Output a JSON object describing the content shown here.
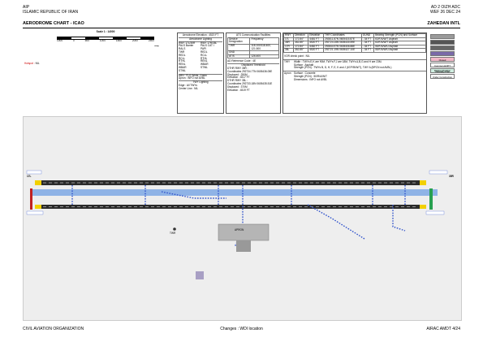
{
  "header": {
    "left_line1": "AIP",
    "left_line2": "ISLAMIC REPUBLIC OF IRAN",
    "right_line1": "AD 2 OIZH ADC",
    "right_line2": "WEF 26 DEC 24",
    "chart_title": "AERODROME CHART - ICAO",
    "aerodrome": "ZAHEDAN INTL"
  },
  "scale": {
    "title": "Scale 1 : 14000",
    "ticks": [
      "1000",
      "0",
      "500",
      "1000",
      "1500",
      "2000",
      "2500"
    ],
    "unit": "m"
  },
  "hotspot": {
    "label": "Hotspot :",
    "value": "NIL"
  },
  "elevation_box": {
    "label": "Aerodrome Elevation : 4520 FT"
  },
  "lighting": {
    "title": "Aerodrome Lighting",
    "rows": [
      [
        "RWY 17L/35R",
        "RWY 17R/35L"
      ],
      [
        "PALS Barrier",
        "PALS CAT I"
      ],
      [
        "RALS",
        "PAPI"
      ],
      [
        "TWR",
        "REDL"
      ],
      [
        "REDL",
        "RCLL"
      ],
      [
        "RCLL",
        "RTHL"
      ],
      [
        "RTHL",
        "RENL"
      ],
      [
        "RENL",
        "WBAR"
      ],
      [
        "WBAR",
        "STWL"
      ],
      [
        "STWL",
        ""
      ]
    ],
    "abn": "ABN : FLG White, Green",
    "apron": "Apron : INFO not AVBL",
    "twy_title": "TWY Lighting",
    "edge": "Edge : All TWYs",
    "center": "Center Line : NIL"
  },
  "ats": {
    "title": "ATS Communication Facilities",
    "headers": [
      "Service Designation",
      "Frequency"
    ],
    "rows": [
      [
        "TWR",
        "118.100/118.400, 121.500"
      ],
      [
        "GND",
        ""
      ],
      [
        "ATIS",
        "126.400"
      ]
    ],
    "ref_code": "AD Reference Code : 4E",
    "dt_title": "Displaced Threshold",
    "dt_lines": [
      "DTHR RWY 35R :",
      "Coordinates 292734.77N 0605436.05E",
      "Displaced : 250M",
      "Elevation : 4517 FT",
      "DTHR RWY 35L :",
      "Coordinates 292733.18N 0605435.51E",
      "Displaced : 370M",
      "Elevation : 4519 FT"
    ]
  },
  "runways": {
    "headers": [
      "RWY",
      "Direction",
      "Elevation",
      "THR Coordinates",
      "GUND",
      "Bearing Strength (PCN) and Surface"
    ],
    "rows": [
      [
        "17L",
        "172.84°",
        "4481 FT",
        "292811.87N 0605415.87E",
        "- 34 FT",
        "63/F/A/W/T  Asphalt"
      ],
      [
        "35R",
        "352.85°",
        "4520 FT",
        "292724.15N 0605430.59E",
        "- 34 FT",
        "63/F/A/W/T  Asphalt"
      ],
      [
        "17R",
        "172.84°",
        "4482 FT",
        "292844.97N 0605406.88E",
        "- 34 FT",
        "55/F/A/W/U  Asphalt"
      ],
      [
        "35L",
        "352.85°",
        "4520 FT",
        "292721.19N 0605427.10E",
        "- 34 FT",
        "55/F/A/W/U  Asphalt"
      ]
    ],
    "vor": "VOR check point : NIL",
    "twy_label": "TWY",
    "twy_lines": [
      "Width : TWYs E,K are 90M, TWYs F,J are 18M, TWYs A,B,G and H are 23M.",
      "Surface : Asphalt",
      "Strength (PCN) : TWYs B, D, H, F, E, K and J (67/F/B/W/T), TWY A (BPCN not AVBL)"
    ],
    "apron_label": "Apron",
    "apron_lines": [
      "Surface : Concrete",
      "Strength (PCN) : 50/R/A/W/T",
      "Dimensions : INFO not AVBL"
    ]
  },
  "legend": {
    "items": [
      {
        "label": "",
        "color": "#9a9a9a"
      },
      {
        "label": "",
        "color": "#555555"
      },
      {
        "label": "",
        "color": "#666666"
      },
      {
        "label": "",
        "color": "#7a6aa8"
      },
      {
        "label": "Closed",
        "color": "#f2b8c8"
      },
      {
        "label": "Common HOPT Parking Position",
        "color": "#ffffff"
      },
      {
        "label": "Clearway Plan",
        "color": "#cfeee0"
      },
      {
        "label": "Under Construction",
        "color": "#ffffff"
      }
    ]
  },
  "chart_labels": {
    "rwy_left": "17L",
    "rwy_right": "35R",
    "apron": "APRON",
    "twr": "TWR"
  },
  "footer": {
    "left": "CIVIL AVIATION ORGANIZATION",
    "center": "Changes : WDI location",
    "right": "AIRAC AMDT 4/24"
  },
  "colors": {
    "runway": "#2b2b2b",
    "taxiway": "#3355cc",
    "grass": "#8fb3e6",
    "background": "#eeeeee",
    "threshold": "#f2d000"
  }
}
